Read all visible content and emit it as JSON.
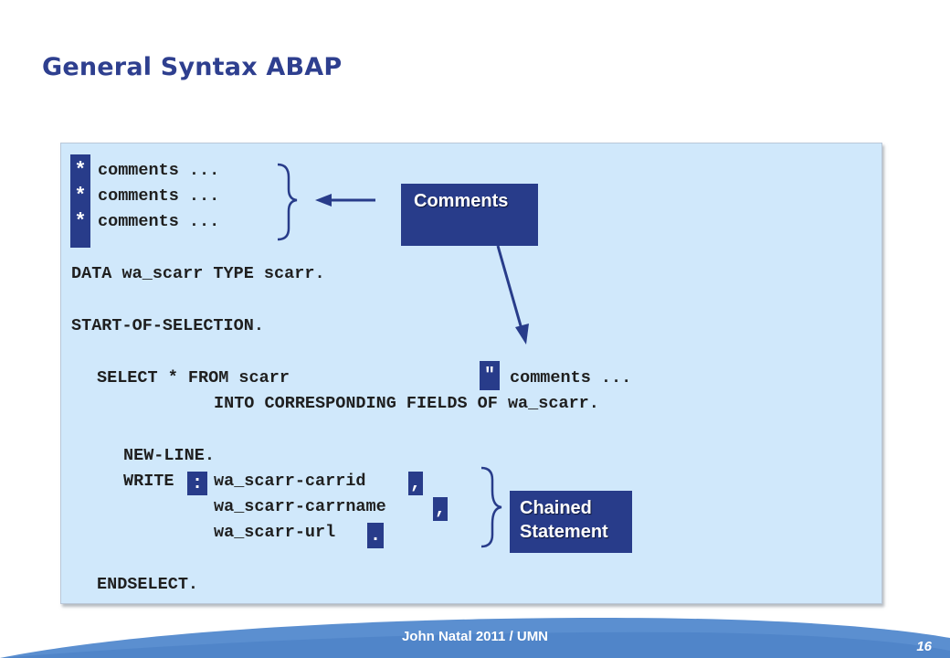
{
  "title": "General Syntax ABAP",
  "code": {
    "comment_markers": [
      "*",
      "*",
      "*"
    ],
    "comment_lines": "comments ...\ncomments ...\ncomments ...",
    "data_line": "DATA wa_scarr TYPE scarr.",
    "start_line": "START-OF-SELECTION.",
    "select_line": "SELECT * FROM scarr",
    "inline_quote": "\"",
    "inline_comment": "comments ...",
    "into_line": "INTO CORRESPONDING FIELDS OF wa_scarr.",
    "newline_line": "NEW-LINE.",
    "write_keyword": "WRITE",
    "colon": ":",
    "write_arg1": "wa_scarr-carrid",
    "comma1": ",",
    "write_arg2": "wa_scarr-carrname",
    "comma2": ",",
    "write_arg3": "wa_scarr-url",
    "period": ".",
    "endselect_line": "ENDSELECT."
  },
  "callouts": {
    "comments": "Comments",
    "chained_line1": "Chained",
    "chained_line2": "Statement"
  },
  "footer": {
    "text": "John Natal 2011 / UMN",
    "page_number": "16"
  },
  "colors": {
    "title": "#2e3f8f",
    "highlight": "#283c8a",
    "panel": "#d0e8fb",
    "footer": "#5b8fd0"
  }
}
